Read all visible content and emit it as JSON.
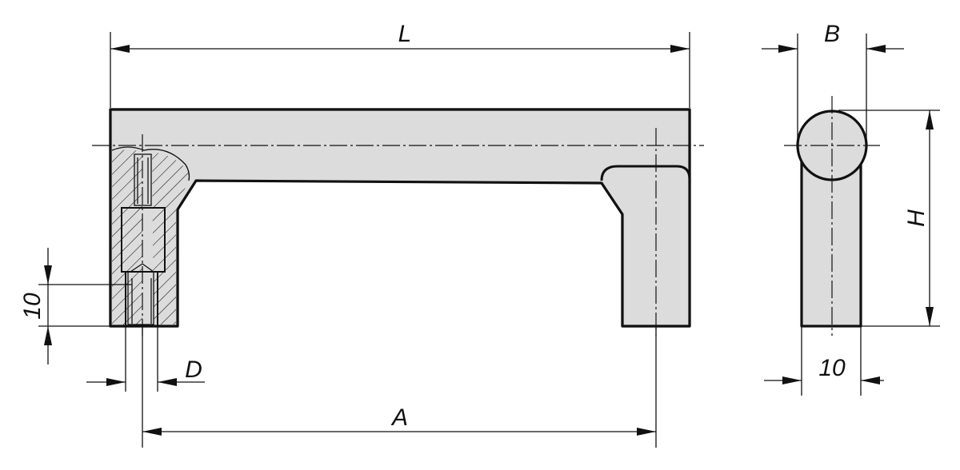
{
  "drawing": {
    "labels": {
      "length": "L",
      "width": "B",
      "height": "H",
      "thread": "D",
      "hole_spacing": "A",
      "thread_depth": "10",
      "bottom_width": "10"
    },
    "colors": {
      "part_fill": "#dcdcdc",
      "outline": "#111111",
      "background": "#ffffff"
    }
  }
}
